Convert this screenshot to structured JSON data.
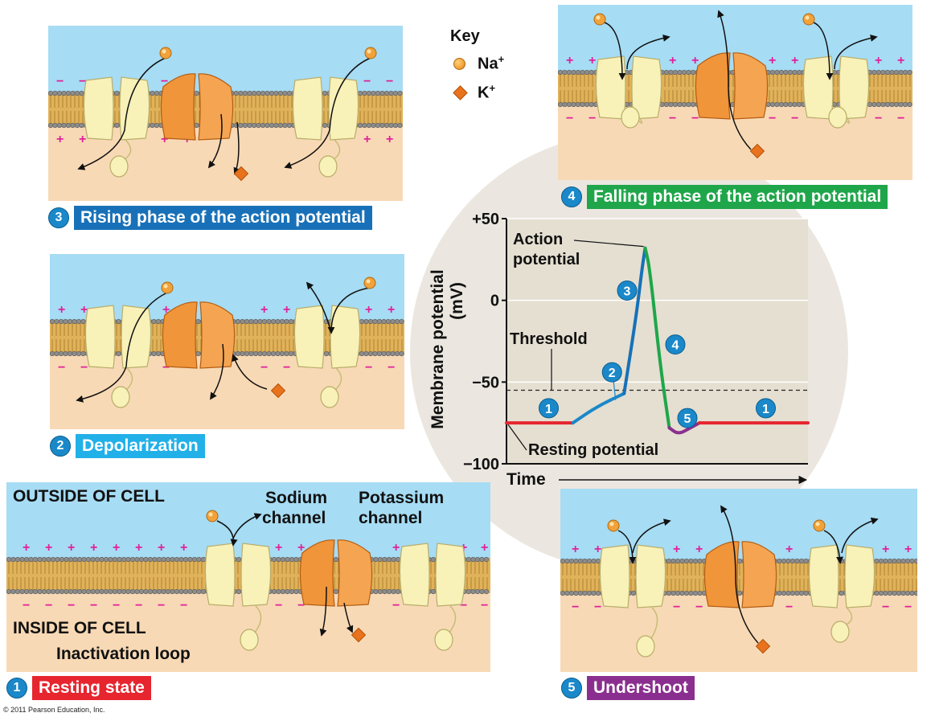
{
  "key": {
    "title": "Key",
    "na_label": "Na",
    "na_sup": "+",
    "k_label": "K",
    "k_sup": "+",
    "na_color": "#f2a23a",
    "k_color": "#e8731c"
  },
  "phases": [
    {
      "number": "1",
      "label": "Resting state",
      "color": "#e6252f"
    },
    {
      "number": "2",
      "label": "Depolarization",
      "color": "#22b0e8"
    },
    {
      "number": "3",
      "label": "Rising phase of the action potential",
      "color": "#1871b8"
    },
    {
      "number": "4",
      "label": "Falling phase of the action potential",
      "color": "#1fa64a"
    },
    {
      "number": "5",
      "label": "Undershoot",
      "color": "#8a2f8f"
    }
  ],
  "resting_panel": {
    "outside": "OUTSIDE OF CELL",
    "inside": "INSIDE OF CELL",
    "sodium_channel_1": "Sodium",
    "sodium_channel_2": "channel",
    "potassium_channel_1": "Potassium",
    "potassium_channel_2": "channel",
    "inactivation_loop": "Inactivation loop"
  },
  "chart_data": {
    "type": "line",
    "ylabel_1": "Membrane potential",
    "ylabel_2": "(mV)",
    "xlabel": "Time",
    "yticks": [
      "+50",
      "0",
      "−50",
      "−100"
    ],
    "ylim": [
      -100,
      50
    ],
    "threshold_value": -55,
    "resting_value": -75,
    "annotations": {
      "action_potential_1": "Action",
      "action_potential_2": "potential",
      "threshold": "Threshold",
      "resting_potential": "Resting potential"
    },
    "series": [
      {
        "phase": "1",
        "color": "#e6252f",
        "points": [
          [
            0,
            -75
          ],
          [
            2.2,
            -75
          ]
        ]
      },
      {
        "phase": "2",
        "color": "#1a88c9",
        "points": [
          [
            2.2,
            -75
          ],
          [
            3.0,
            -65
          ],
          [
            3.9,
            -57
          ]
        ]
      },
      {
        "phase": "3",
        "color": "#1871b8",
        "points": [
          [
            3.9,
            -57
          ],
          [
            4.3,
            -10
          ],
          [
            4.5,
            20
          ],
          [
            4.6,
            32
          ]
        ]
      },
      {
        "phase": "4",
        "color": "#1fa64a",
        "points": [
          [
            4.6,
            32
          ],
          [
            4.75,
            20
          ],
          [
            5.1,
            -40
          ],
          [
            5.4,
            -78
          ]
        ]
      },
      {
        "phase": "5",
        "color": "#8a2f8f",
        "points": [
          [
            5.4,
            -78
          ],
          [
            5.7,
            -82
          ],
          [
            6.1,
            -78
          ],
          [
            6.4,
            -75
          ]
        ]
      },
      {
        "phase": "1",
        "color": "#e6252f",
        "points": [
          [
            6.4,
            -75
          ],
          [
            10,
            -75
          ]
        ]
      }
    ],
    "markers": [
      {
        "number": "1",
        "x": 1.4,
        "y": -66
      },
      {
        "number": "2",
        "x": 3.5,
        "y": -44
      },
      {
        "number": "3",
        "x": 4.0,
        "y": 6
      },
      {
        "number": "4",
        "x": 5.6,
        "y": -27
      },
      {
        "number": "5",
        "x": 6.0,
        "y": -72
      },
      {
        "number": "1",
        "x": 8.6,
        "y": -66
      }
    ]
  },
  "copyright": "© 2011 Pearson Education, Inc."
}
